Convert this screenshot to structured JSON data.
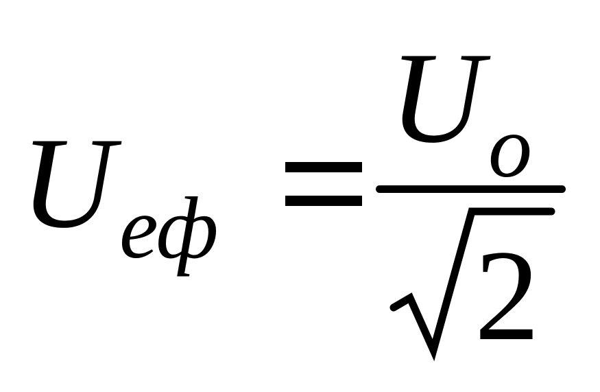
{
  "formula": {
    "lhs": {
      "symbol": "U",
      "subscript": "еф"
    },
    "relation": "=",
    "rhs": {
      "numerator": {
        "symbol": "U",
        "subscript": "o"
      },
      "denominator": {
        "radical": "√",
        "radicand": "2"
      }
    },
    "color": "#000000",
    "background": "#ffffff"
  }
}
